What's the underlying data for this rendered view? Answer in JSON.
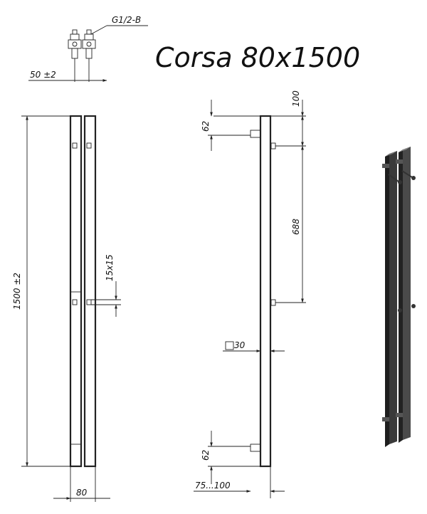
{
  "title": "Corsa 80x1500",
  "labels": {
    "thread": "G1/2-B",
    "connection_spacing": "50 ±2",
    "height": "1500 ±2",
    "bracket": "15x15",
    "width": "80",
    "top_offset": "100",
    "top_bracket": "62",
    "mount_spacing": "688",
    "profile": "30",
    "bottom_bracket": "62",
    "wall_distance": "75...100"
  }
}
